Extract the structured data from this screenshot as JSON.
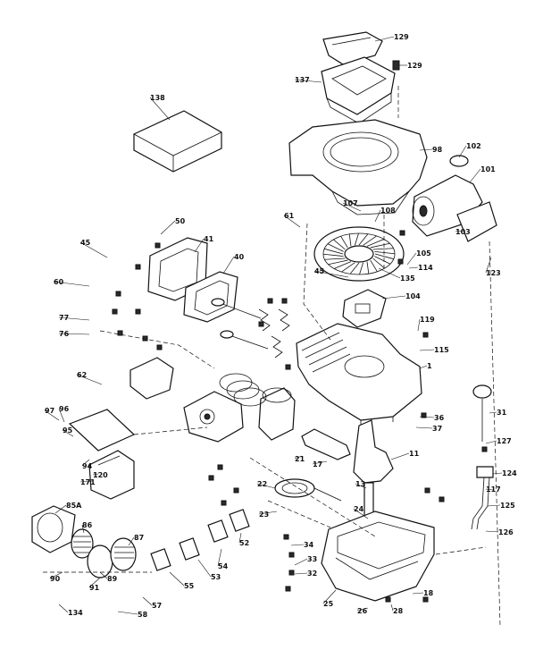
{
  "callouts": [
    {
      "id": "c-129a",
      "text": "129"
    },
    {
      "id": "c-129b",
      "text": "129"
    },
    {
      "id": "c-137",
      "text": "137"
    },
    {
      "id": "c-138",
      "text": "138"
    },
    {
      "id": "c-98",
      "text": "98"
    },
    {
      "id": "c-102",
      "text": "102"
    },
    {
      "id": "c-101",
      "text": "101"
    },
    {
      "id": "c-107",
      "text": "107"
    },
    {
      "id": "c-108",
      "text": "108"
    },
    {
      "id": "c-103",
      "text": "103"
    },
    {
      "id": "c-61",
      "text": "61"
    },
    {
      "id": "c-50",
      "text": "50"
    },
    {
      "id": "c-41",
      "text": "41"
    },
    {
      "id": "c-45a",
      "text": "45"
    },
    {
      "id": "c-45b",
      "text": "45"
    },
    {
      "id": "c-40",
      "text": "40"
    },
    {
      "id": "c-105",
      "text": "105"
    },
    {
      "id": "c-114",
      "text": "114"
    },
    {
      "id": "c-123",
      "text": "123"
    },
    {
      "id": "c-60",
      "text": "60"
    },
    {
      "id": "c-77",
      "text": "77"
    },
    {
      "id": "c-76",
      "text": "76"
    },
    {
      "id": "c-135",
      "text": "135"
    },
    {
      "id": "c-104",
      "text": "104"
    },
    {
      "id": "c-119",
      "text": "119"
    },
    {
      "id": "c-115",
      "text": "115"
    },
    {
      "id": "c-1",
      "text": "1"
    },
    {
      "id": "c-31",
      "text": "31"
    },
    {
      "id": "c-127",
      "text": "127"
    },
    {
      "id": "c-62",
      "text": "62"
    },
    {
      "id": "c-97",
      "text": "97"
    },
    {
      "id": "c-96",
      "text": "96"
    },
    {
      "id": "c-95",
      "text": "95"
    },
    {
      "id": "c-94",
      "text": "94"
    },
    {
      "id": "c-171",
      "text": "171"
    },
    {
      "id": "c-120",
      "text": "120"
    },
    {
      "id": "c-17",
      "text": "17"
    },
    {
      "id": "c-11",
      "text": "11"
    },
    {
      "id": "c-13",
      "text": "13"
    },
    {
      "id": "c-22",
      "text": "22"
    },
    {
      "id": "c-24",
      "text": "24"
    },
    {
      "id": "c-125",
      "text": "125"
    },
    {
      "id": "c-126",
      "text": "126"
    },
    {
      "id": "c-85a",
      "text": "85A"
    },
    {
      "id": "c-86",
      "text": "86"
    },
    {
      "id": "c-87",
      "text": "87"
    },
    {
      "id": "c-89",
      "text": "89"
    },
    {
      "id": "c-90",
      "text": "90"
    },
    {
      "id": "c-91",
      "text": "91"
    },
    {
      "id": "c-55",
      "text": "55"
    },
    {
      "id": "c-53",
      "text": "53"
    },
    {
      "id": "c-54",
      "text": "54"
    },
    {
      "id": "c-52",
      "text": "52"
    },
    {
      "id": "c-57",
      "text": "57"
    },
    {
      "id": "c-58",
      "text": "58"
    },
    {
      "id": "c-134",
      "text": "134"
    },
    {
      "id": "c-33",
      "text": "33"
    },
    {
      "id": "c-32",
      "text": "32"
    },
    {
      "id": "c-34",
      "text": "34"
    },
    {
      "id": "c-25",
      "text": "25"
    },
    {
      "id": "c-26",
      "text": "26"
    },
    {
      "id": "c-28",
      "text": "28"
    },
    {
      "id": "c-18",
      "text": "18"
    },
    {
      "id": "c-37",
      "text": "37"
    },
    {
      "id": "c-21",
      "text": "21"
    },
    {
      "id": "c-23",
      "text": "23"
    },
    {
      "id": "c-36",
      "text": "36"
    },
    {
      "id": "c-124",
      "text": "124"
    },
    {
      "id": "c-117",
      "text": "117"
    }
  ]
}
